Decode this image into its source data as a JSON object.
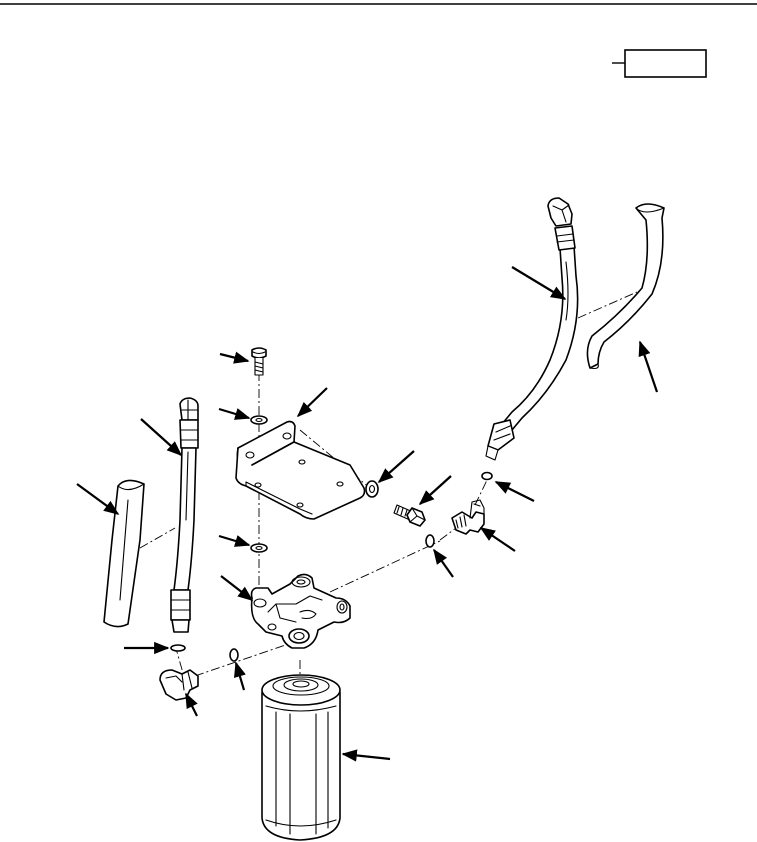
{
  "figure": {
    "callout_box_text": "",
    "colors": {
      "line": "#000000",
      "background": "#ffffff",
      "shade": "#d8d8d8"
    }
  },
  "parts": [
    "mounting-bolt",
    "lockwasher-top",
    "mounting-bracket",
    "lockwasher-bottom",
    "filter-head",
    "flat-washer",
    "bracket-bolt",
    "o-ring-right-head",
    "o-ring-right-fitting",
    "elbow-fitting-right",
    "hose-right",
    "sleeve-right",
    "o-ring-left-fitting",
    "elbow-fitting-left",
    "o-ring-left-head",
    "hose-left",
    "sleeve-left",
    "fuel-filter-element"
  ]
}
